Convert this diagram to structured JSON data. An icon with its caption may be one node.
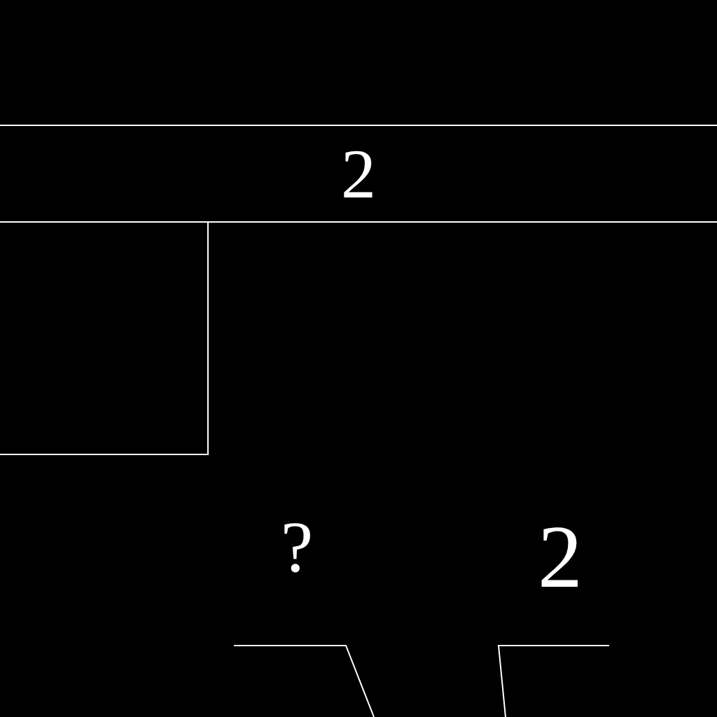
{
  "diagram": {
    "nodes": [
      {
        "text": [
          "2"
        ]
      },
      {
        "text": [],
        "shape": "box"
      }
    ],
    "labels": [
      "?",
      "2"
    ]
  }
}
